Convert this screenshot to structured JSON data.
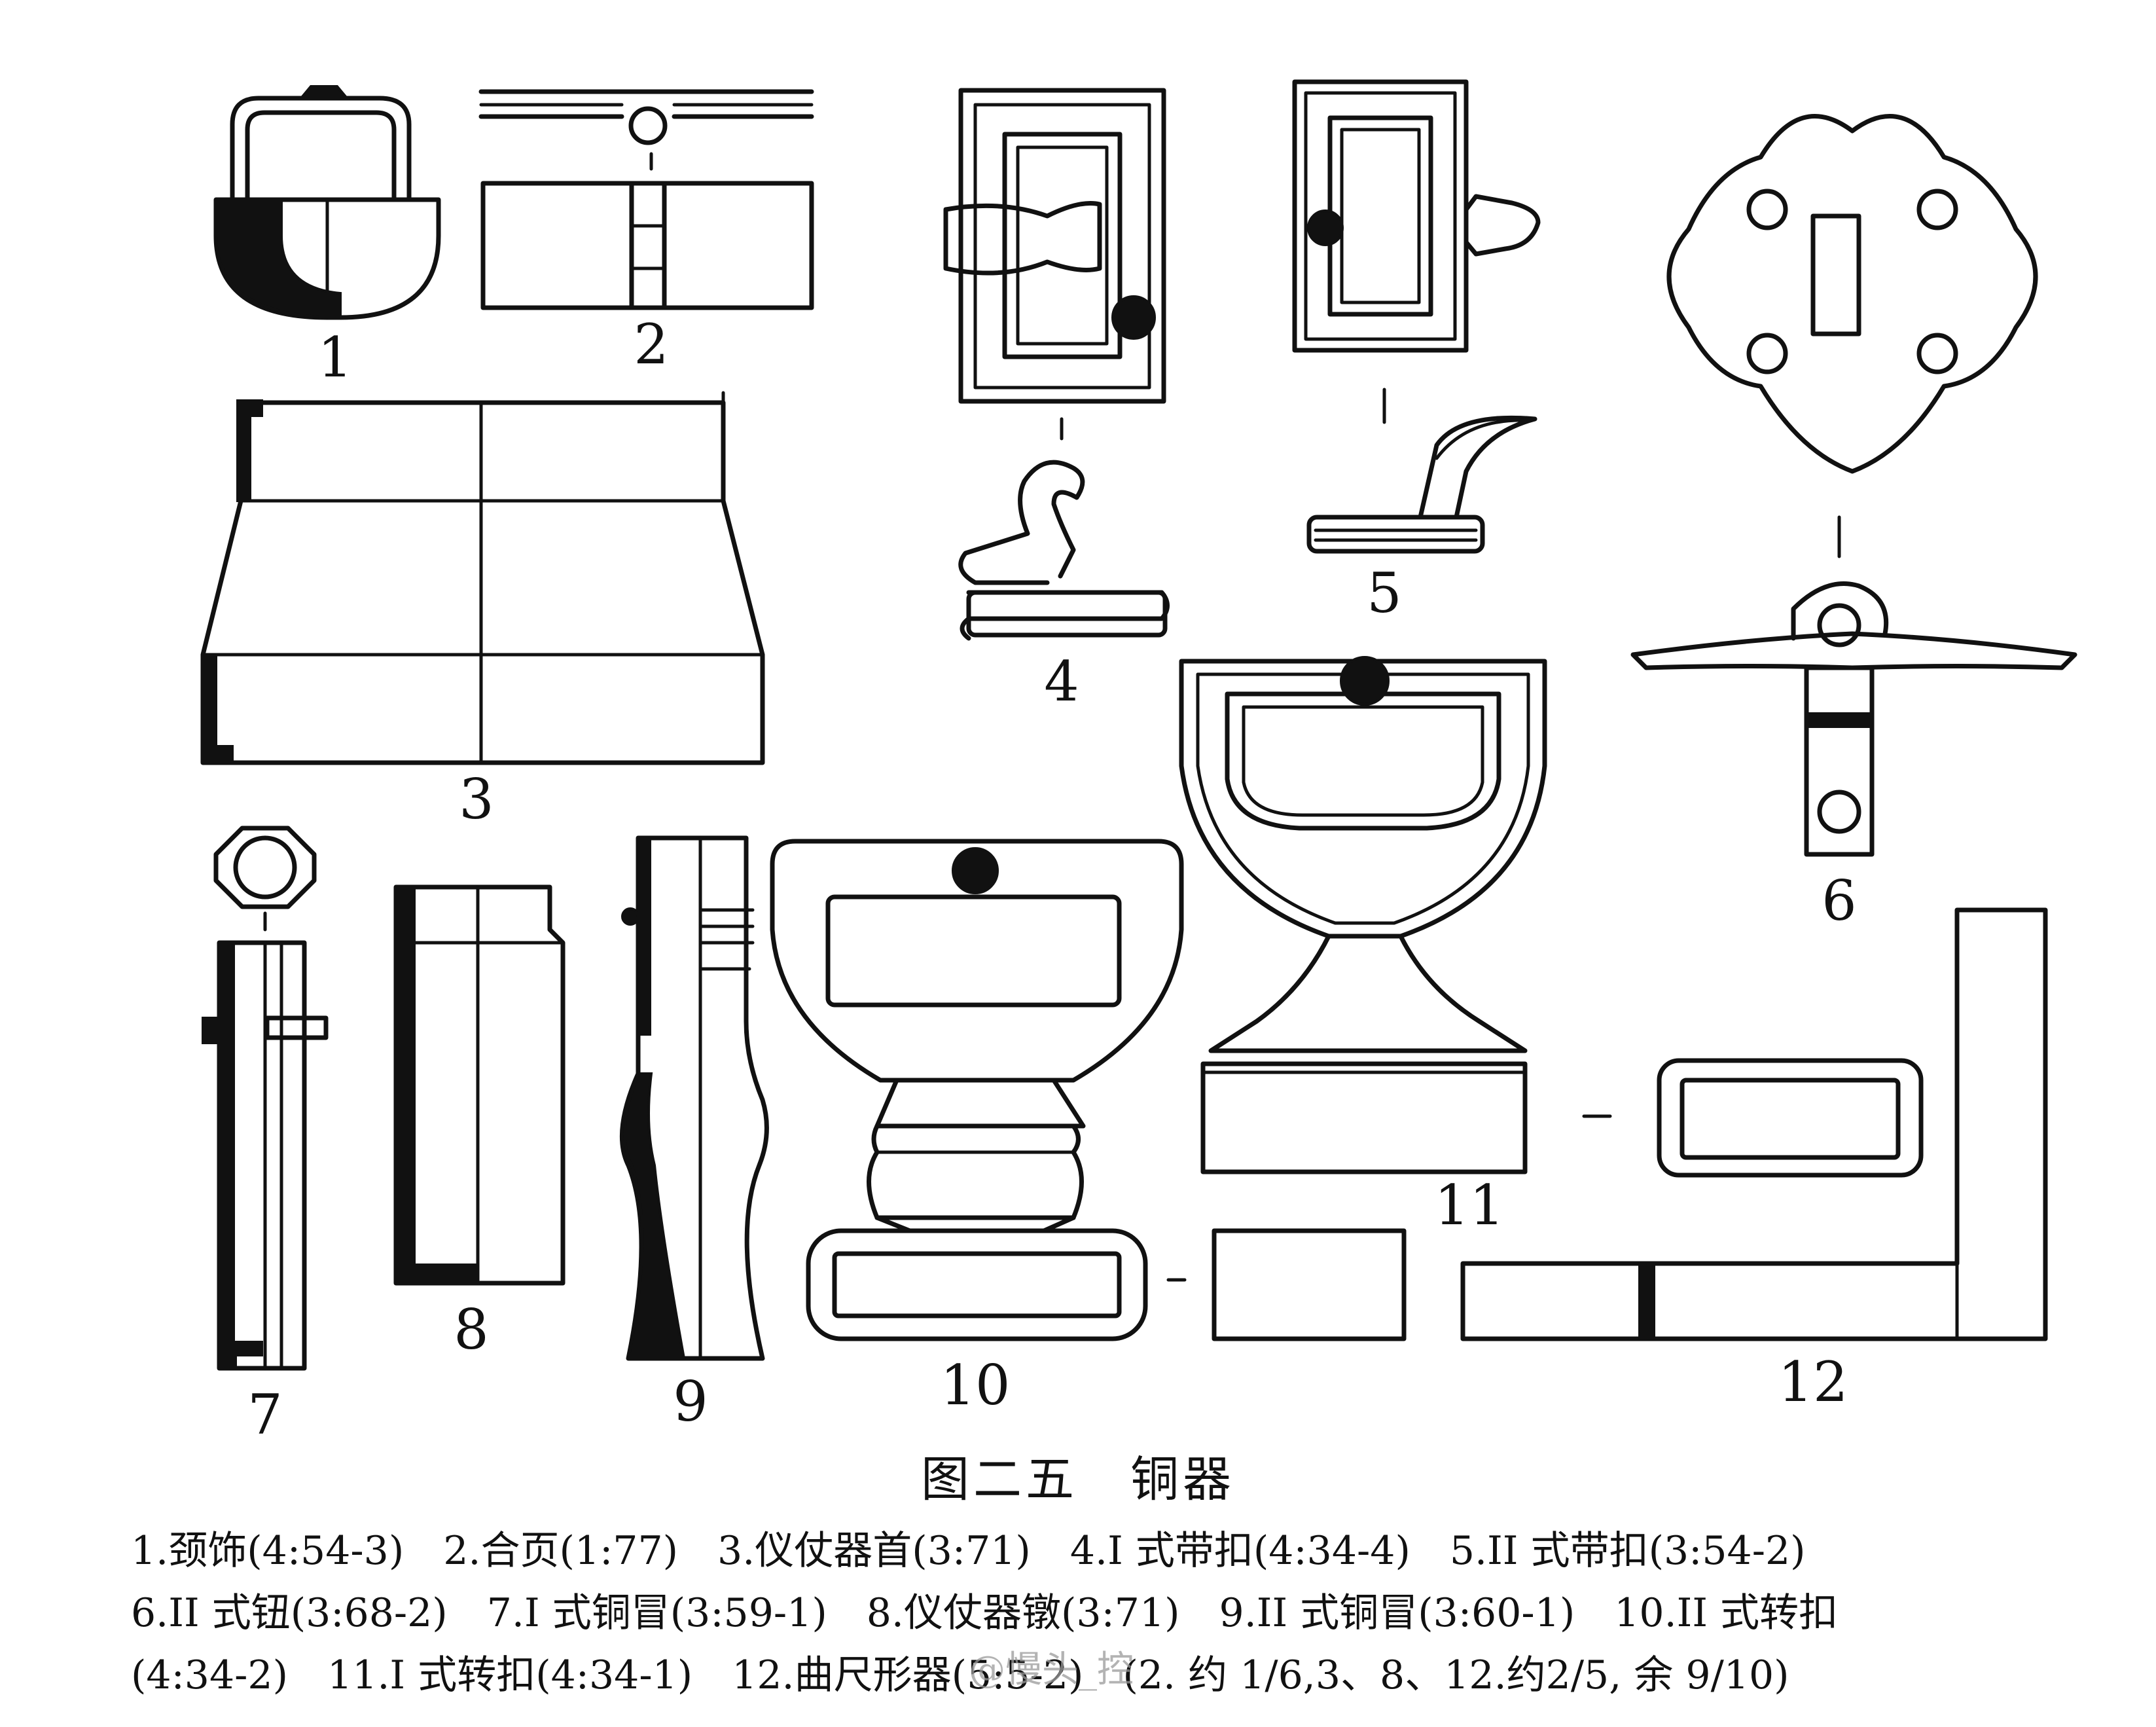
{
  "figure": {
    "title": "图二五　铜器",
    "item_numbers": [
      "1",
      "2",
      "3",
      "4",
      "5",
      "6",
      "7",
      "8",
      "9",
      "10",
      "11",
      "12"
    ],
    "caption_lines": [
      "1.颈饰(4:54-3)　2.合页(1:77)　3.仪仗器首(3:71)　4.I 式带扣(4:34-4)　5.II 式带扣(3:54-2)",
      "6.II 式钮(3:68-2)　7.I 式铜冒(3:59-1)　8.仪仗器镦(3:71)　9.II 式铜冒(3:60-1)　10.II 式转扣",
      "(4:34-2)　11.I 式转扣(4:34-1)　12.曲尺形器(5:5-2)　(2. 约 1/6,3、8、12.约2/5, 余 9/10)"
    ]
  },
  "watermark": "@慢头_控",
  "colors": {
    "ink": "#111111",
    "paper": "#ffffff",
    "watermark": "#9a9a9a"
  }
}
